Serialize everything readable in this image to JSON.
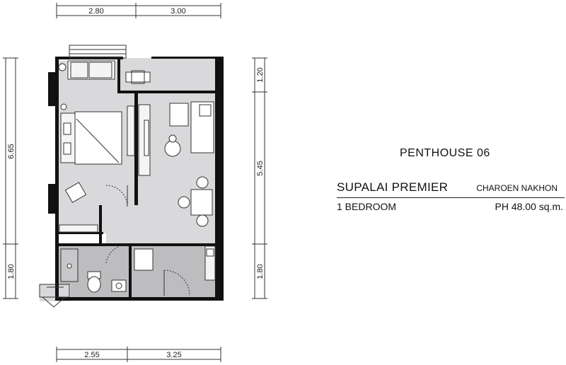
{
  "unit": {
    "title": "PENTHOUSE 06",
    "project": "SUPALAI PREMIER",
    "location": "CHAROEN NAKHON",
    "bedrooms": "1 BEDROOM",
    "area": "PH 48.00 sq.m."
  },
  "dimensions": {
    "top": [
      "2.80",
      "3.00"
    ],
    "bottom": [
      "2.55",
      "3.25"
    ],
    "left": [
      "6.65",
      "1.80"
    ],
    "right": [
      "1.20",
      "5.45",
      "1.80"
    ]
  },
  "colors": {
    "wall": "#111111",
    "floor_living": "#d9d9db",
    "floor_wet": "#bdbdc0",
    "furniture": "#ffffff",
    "line": "#333333"
  }
}
